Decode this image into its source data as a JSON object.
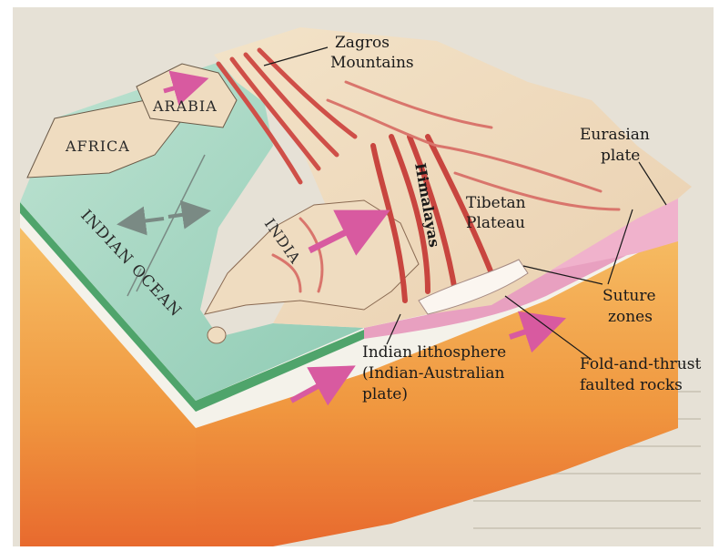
{
  "labels": {
    "zagros": [
      "Zagros",
      "Mountains"
    ],
    "arabia": "ARABIA",
    "africa": "AFRICA",
    "eurasian": [
      "Eurasian",
      "plate"
    ],
    "tibetan": [
      "Tibetan",
      "Plateau"
    ],
    "himalayas": "Himalayas",
    "india": "INDIA",
    "indian_ocean": "INDIAN OCEAN",
    "suture": [
      "Suture",
      "zones"
    ],
    "indian_lithosphere": [
      "Indian lithosphere",
      "(Indian-Australian",
      "plate)"
    ],
    "fold_thrust": [
      "Fold-and-thrust",
      "faulted rocks"
    ]
  },
  "colors": {
    "ocean": "#a9d9c5",
    "land": "#efdcc0",
    "mountains": "#d0574f",
    "lithosphere": "#e8a0c0",
    "mantle": "#f2a24a",
    "arrow": "#d85aa0",
    "page": "#e6e1d6"
  }
}
